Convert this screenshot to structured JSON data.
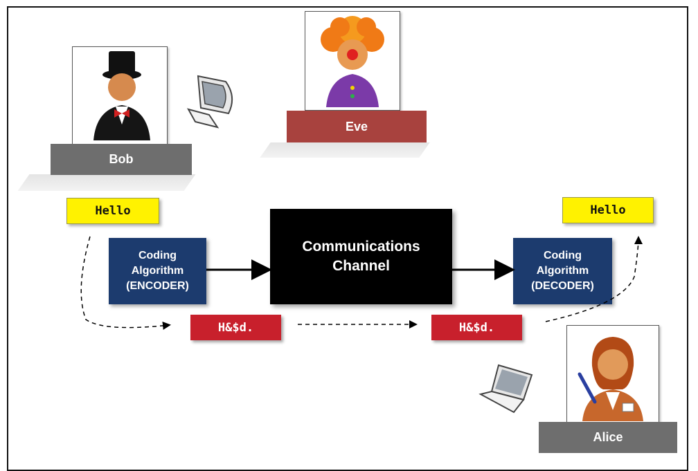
{
  "actors": {
    "bob": {
      "name": "Bob",
      "icon": "gentleman-top-hat-icon"
    },
    "eve": {
      "name": "Eve",
      "icon": "clown-icon"
    },
    "alice": {
      "name": "Alice",
      "icon": "woman-writing-icon"
    }
  },
  "messages": {
    "plaintext_left": "Hello",
    "plaintext_right": "Hello",
    "ciphertext_left": "H&$d.",
    "ciphertext_right": "H&$d."
  },
  "encoder": {
    "line1": "Coding",
    "line2": "Algorithm",
    "line3": "(ENCODER)"
  },
  "decoder": {
    "line1": "Coding",
    "line2": "Algorithm",
    "line3": "(DECODER)"
  },
  "channel": {
    "line1": "Communications",
    "line2": "Channel"
  },
  "devices": {
    "bob_device": "desktop-computer-icon",
    "alice_device": "laptop-icon"
  },
  "colors": {
    "plate_gray": "#6e6e6e",
    "plate_red": "#a8423e",
    "plaintext": "#fff200",
    "ciphertext": "#c8202c",
    "coder": "#1c3b6e",
    "channel": "#000000"
  }
}
